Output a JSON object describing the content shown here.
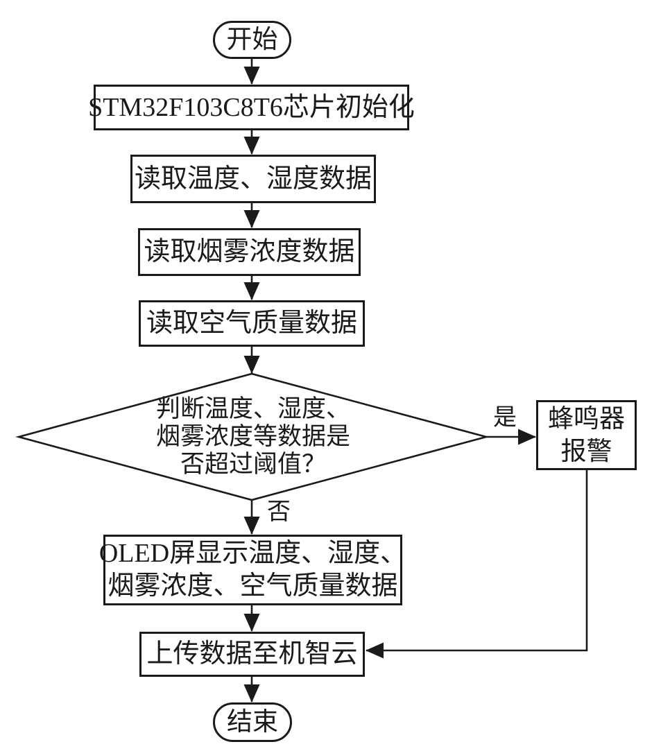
{
  "colors": {
    "stroke": "#1a1a1a",
    "background": "#ffffff"
  },
  "nodes": {
    "start": {
      "label": "开始"
    },
    "init": {
      "label": "STM32F103C8T6芯片初始化"
    },
    "read_temp_humidity": {
      "label": "读取温度、湿度数据"
    },
    "read_smoke": {
      "label": "读取烟雾浓度数据"
    },
    "read_air_quality": {
      "label": "读取空气质量数据"
    },
    "decision": {
      "lines": [
        "判断温度、湿度、",
        "烟雾浓度等数据是",
        "否超过阈值？"
      ]
    },
    "buzzer_alarm": {
      "lines": [
        "蜂鸣器",
        "报警"
      ]
    },
    "oled_display": {
      "lines": [
        "OLED屏显示温度、湿度、",
        "烟雾浓度、空气质量数据"
      ]
    },
    "upload_cloud": {
      "label": "上传数据至机智云"
    },
    "end": {
      "label": "结束"
    }
  },
  "edge_labels": {
    "yes": "是",
    "no": "否"
  }
}
